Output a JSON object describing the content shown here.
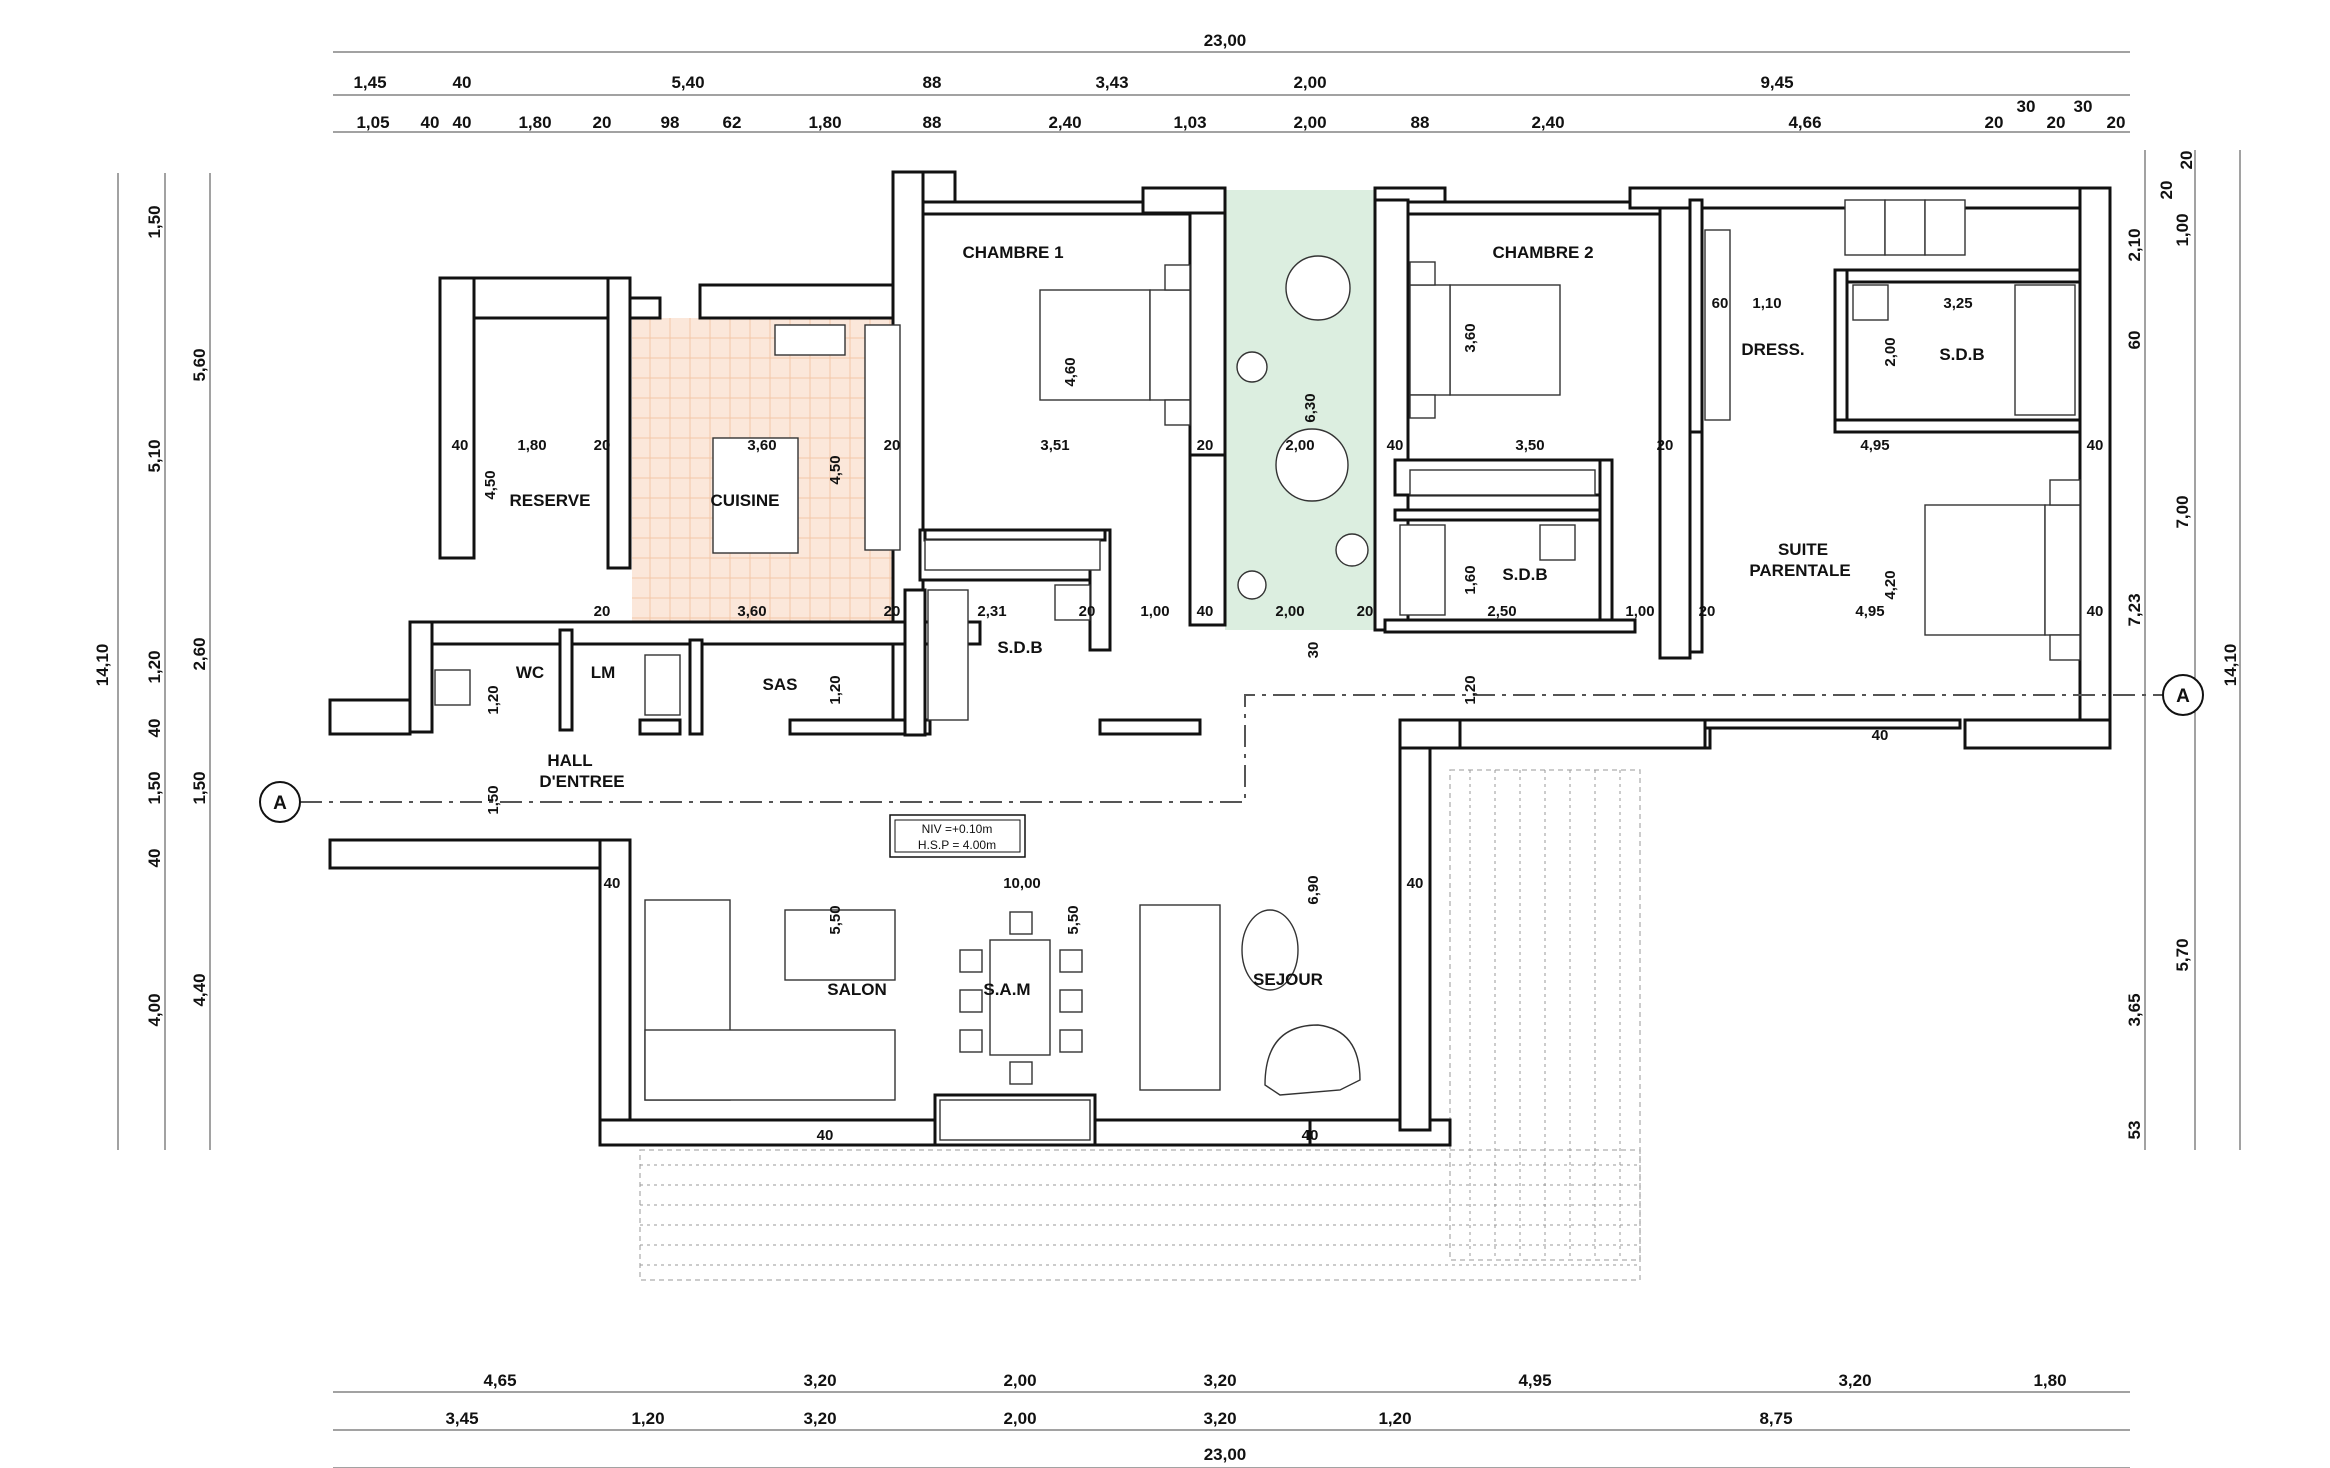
{
  "overall": {
    "top_total": "23,00",
    "bottom_total": "23,00",
    "left_total": "14,10",
    "right_total": "14,10"
  },
  "dims_top_row1": [
    "1,45",
    "40",
    "5,40",
    "88",
    "3,43",
    "2,00",
    "9,45"
  ],
  "dims_top_row2": [
    "1,05",
    "40",
    "40",
    "1,80",
    "20",
    "98",
    "62",
    "1,80",
    "88",
    "2,40",
    "1,03",
    "2,00",
    "88",
    "2,40",
    "4,66",
    "20",
    "30",
    "20",
    "30",
    "20"
  ],
  "dims_bottom_row1": [
    "4,65",
    "3,20",
    "2,00",
    "3,20",
    "4,95",
    "3,20",
    "1,80"
  ],
  "dims_bottom_row2": [
    "3,45",
    "1,20",
    "3,20",
    "2,00",
    "3,20",
    "1,20",
    "8,75"
  ],
  "dims_left_outer": [
    "1,50",
    "5,10",
    "1,20",
    "40",
    "1,50",
    "40",
    "4,00"
  ],
  "dims_left_inner": [
    "5,60",
    "2,60",
    "1,50",
    "4,40"
  ],
  "dims_right_inner": [
    "20",
    "2,10",
    "60",
    "7,23",
    "3,65",
    "53"
  ],
  "dims_right_outer": [
    "20",
    "1,00",
    "7,00",
    "5,70"
  ],
  "rooms": {
    "chambre1": "CHAMBRE 1",
    "chambre2": "CHAMBRE 2",
    "reserve": "RESERVE",
    "cuisine": "CUISINE",
    "wc": "WC",
    "lm": "LM",
    "sas": "SAS",
    "hall": "HALL",
    "hall2": "D'ENTREE",
    "sdb1": "S.D.B",
    "sdb2": "S.D.B",
    "sdb3": "S.D.B",
    "dress": "DRESS.",
    "suite": "SUITE",
    "suite2": "PARENTALE",
    "salon": "SALON",
    "sam": "S.A.M",
    "sejour": "SEJOUR"
  },
  "niv": {
    "line1": "NIV =+0.10m",
    "line2": "H.S.P = 4.00m"
  },
  "section_marker": "A",
  "inner_dims": {
    "r_180": "1,80",
    "r_450": "4,50",
    "c_360a": "3,60",
    "c_450": "4,50",
    "c_360b": "3,60",
    "ch1_460": "4,60",
    "ch1_351": "3,51",
    "pat_630": "6,30",
    "pat_200a": "2,00",
    "pat_200b": "2,00",
    "ch2_360": "3,60",
    "ch2_350": "3,50",
    "s_231": "2,31",
    "s_100a": "1,00",
    "s_160": "1,60",
    "s_250": "2,50",
    "s_100b": "1,00",
    "d_110": "1,10",
    "d_60": "60",
    "d_325": "3,25",
    "d_200": "2,00",
    "p_495a": "4,95",
    "p_420": "4,20",
    "p_495b": "4,95",
    "sej_1000": "10,00",
    "sej_690": "6,90",
    "sej_550a": "5,50",
    "sej_550b": "5,50",
    "sas_120a": "1,20",
    "sas_120b": "1,20",
    "h_150": "1,50",
    "wc_120": "1,20",
    "w40": "40",
    "w20": "20",
    "w30": "30"
  },
  "colors": {
    "kitchen_tile": "#f7d9c4",
    "patio": "#dceee0",
    "wall": "#111111"
  }
}
